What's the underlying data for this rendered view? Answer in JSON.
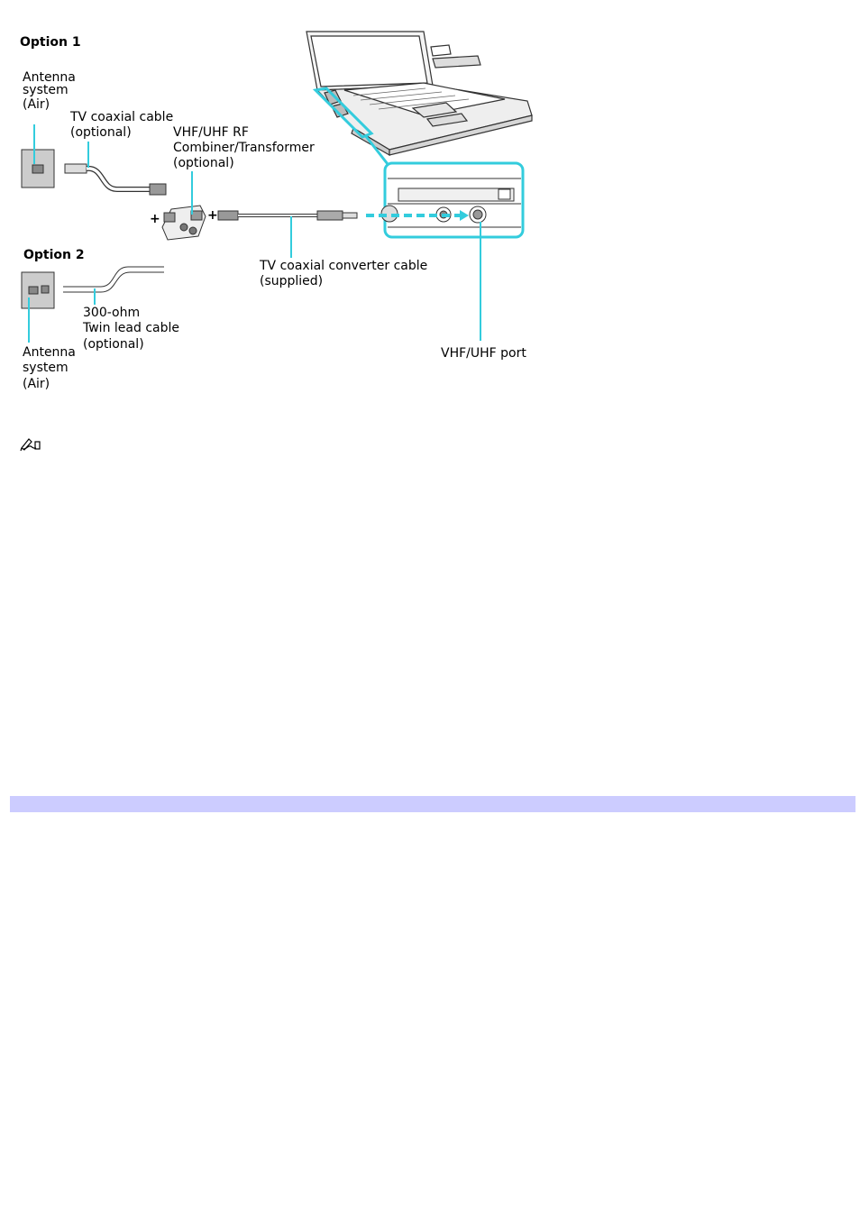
{
  "diagram": {
    "option1": {
      "heading": "Option 1",
      "antenna_label": [
        "Antenna",
        "system",
        "(Air)"
      ],
      "tv_cable_label": [
        "TV coaxial cable",
        "(optional)"
      ],
      "combiner_label": [
        "VHF/UHF RF",
        "Combiner/Transformer",
        "(optional)"
      ]
    },
    "option2": {
      "heading": "Option 2",
      "twin_lead_label": [
        "300-ohm",
        "Twin lead cable",
        "(optional)"
      ],
      "antenna_label": [
        "Antenna",
        "system",
        "(Air)"
      ]
    },
    "converter_label": [
      "TV coaxial converter cable",
      "(supplied)"
    ],
    "port_label": "VHF/UHF port",
    "plus_sign": "+",
    "callout_color": "#33ccdd"
  },
  "note_icon": "pencil-note-icon",
  "divider_color": "#ccccff"
}
